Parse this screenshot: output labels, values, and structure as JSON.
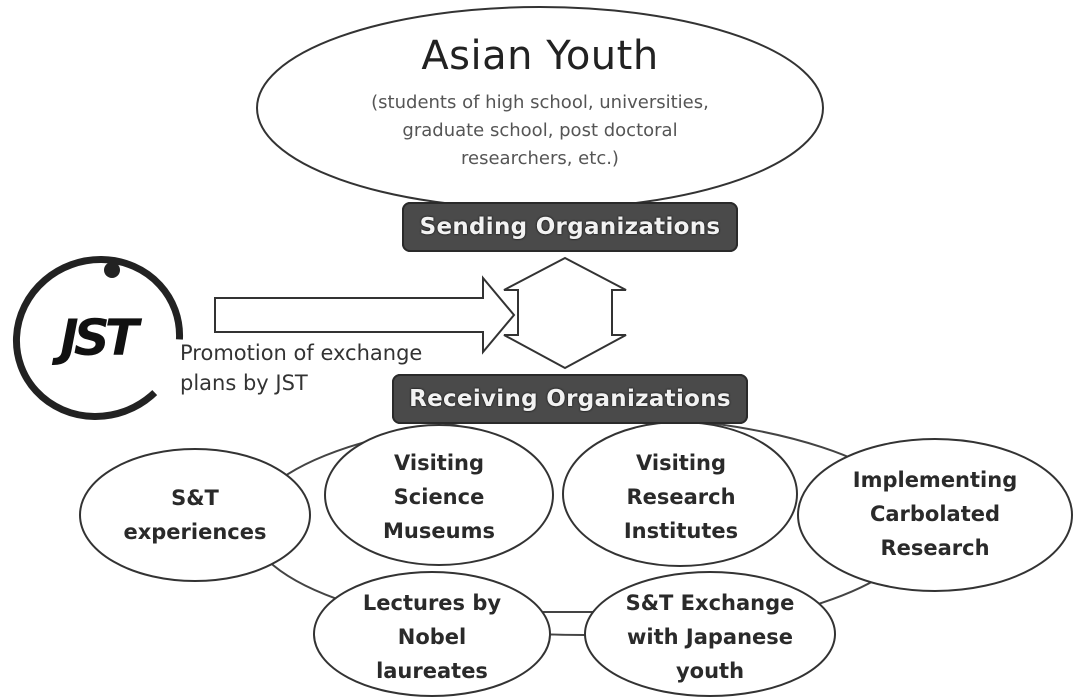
{
  "top": {
    "title": "Asian Youth",
    "subtitle": "(students of high school, universities, graduate school, post doctoral researchers, etc.)"
  },
  "sending_label": "Sending Organizations",
  "receiving_label": "Receiving Organizations",
  "jst": {
    "logo_text": "JST",
    "caption": "Promotion of exchange plans by JST"
  },
  "activities": [
    "S&T experiences",
    "Visiting Science Museums",
    "Visiting Research Institutes",
    "Implementing Carbolated Research",
    "Lectures by Nobel laureates",
    "S&T Exchange with Japanese youth"
  ],
  "colors": {
    "bar": "#4a4a4a",
    "outline": "#333333"
  }
}
